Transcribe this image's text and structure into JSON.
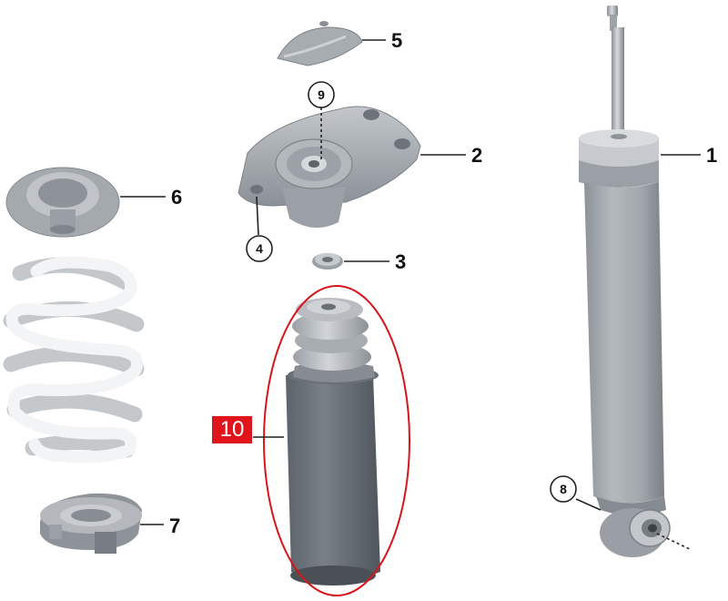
{
  "colors": {
    "metal": "#a9aeb3",
    "metal_dark": "#7d8389",
    "spring": "#f1f2f3",
    "bump_stop": "#6f757c",
    "highlight": "#d9141b"
  },
  "callouts": {
    "p1": "1",
    "p2": "2",
    "p3": "3",
    "p4": "4",
    "p5": "5",
    "p6": "6",
    "p7": "7",
    "p8": "8",
    "p9": "9",
    "p10": "10"
  }
}
